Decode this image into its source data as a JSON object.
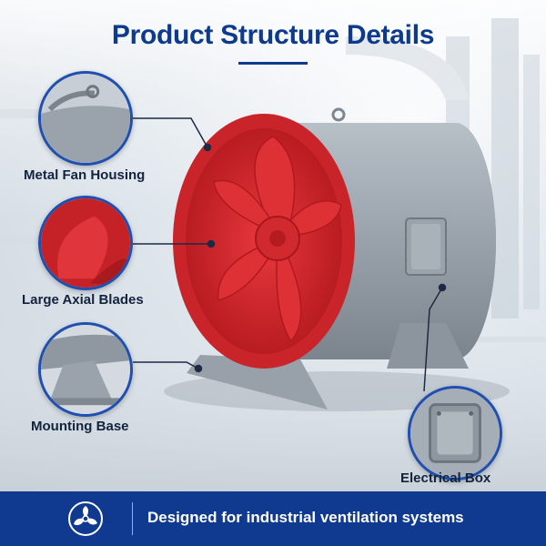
{
  "header": {
    "title": "Product Structure Details"
  },
  "callouts": [
    {
      "label": "Metal Fan Housing"
    },
    {
      "label": "Large Axial Blades"
    },
    {
      "label": "Mounting Base"
    },
    {
      "label": "Electrical Box"
    }
  ],
  "footer": {
    "text": "Designed for industrial ventilation systems",
    "icon": "fan-icon"
  },
  "colors": {
    "brand": "#0f3a8f",
    "title": "#0d3a8c",
    "fan_red": "#d7262b",
    "housing": "#9aa4ae"
  }
}
